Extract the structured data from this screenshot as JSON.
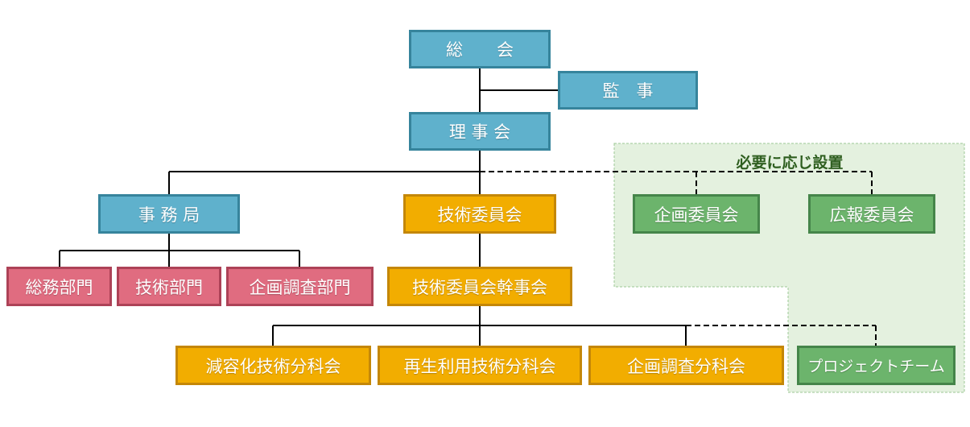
{
  "colors": {
    "blue": "#5fb1cc",
    "orange": "#f2ad00",
    "pink": "#e06c80",
    "green": "#6cb46c",
    "zone_fill": "#e4f1df",
    "zone_border": "#9cc894",
    "line": "#000000"
  },
  "zone": {
    "label": "必要に応じ設置"
  },
  "nodes": {
    "general_assembly": "総　　会",
    "auditor": "監　事",
    "board": "理 事 会",
    "secretariat": "事 務 局",
    "technical_committee": "技術委員会",
    "planning_committee": "企画委員会",
    "pr_committee": "広報委員会",
    "general_affairs_dept": "総務部門",
    "technology_dept": "技術部門",
    "planning_research_dept": "企画調査部門",
    "technical_committee_executive": "技術委員会幹事会",
    "volume_reduction_subcommittee": "減容化技術分科会",
    "recycling_subcommittee": "再生利用技術分科会",
    "planning_research_subcommittee": "企画調査分科会",
    "project_team": "プロジェクトチーム"
  }
}
